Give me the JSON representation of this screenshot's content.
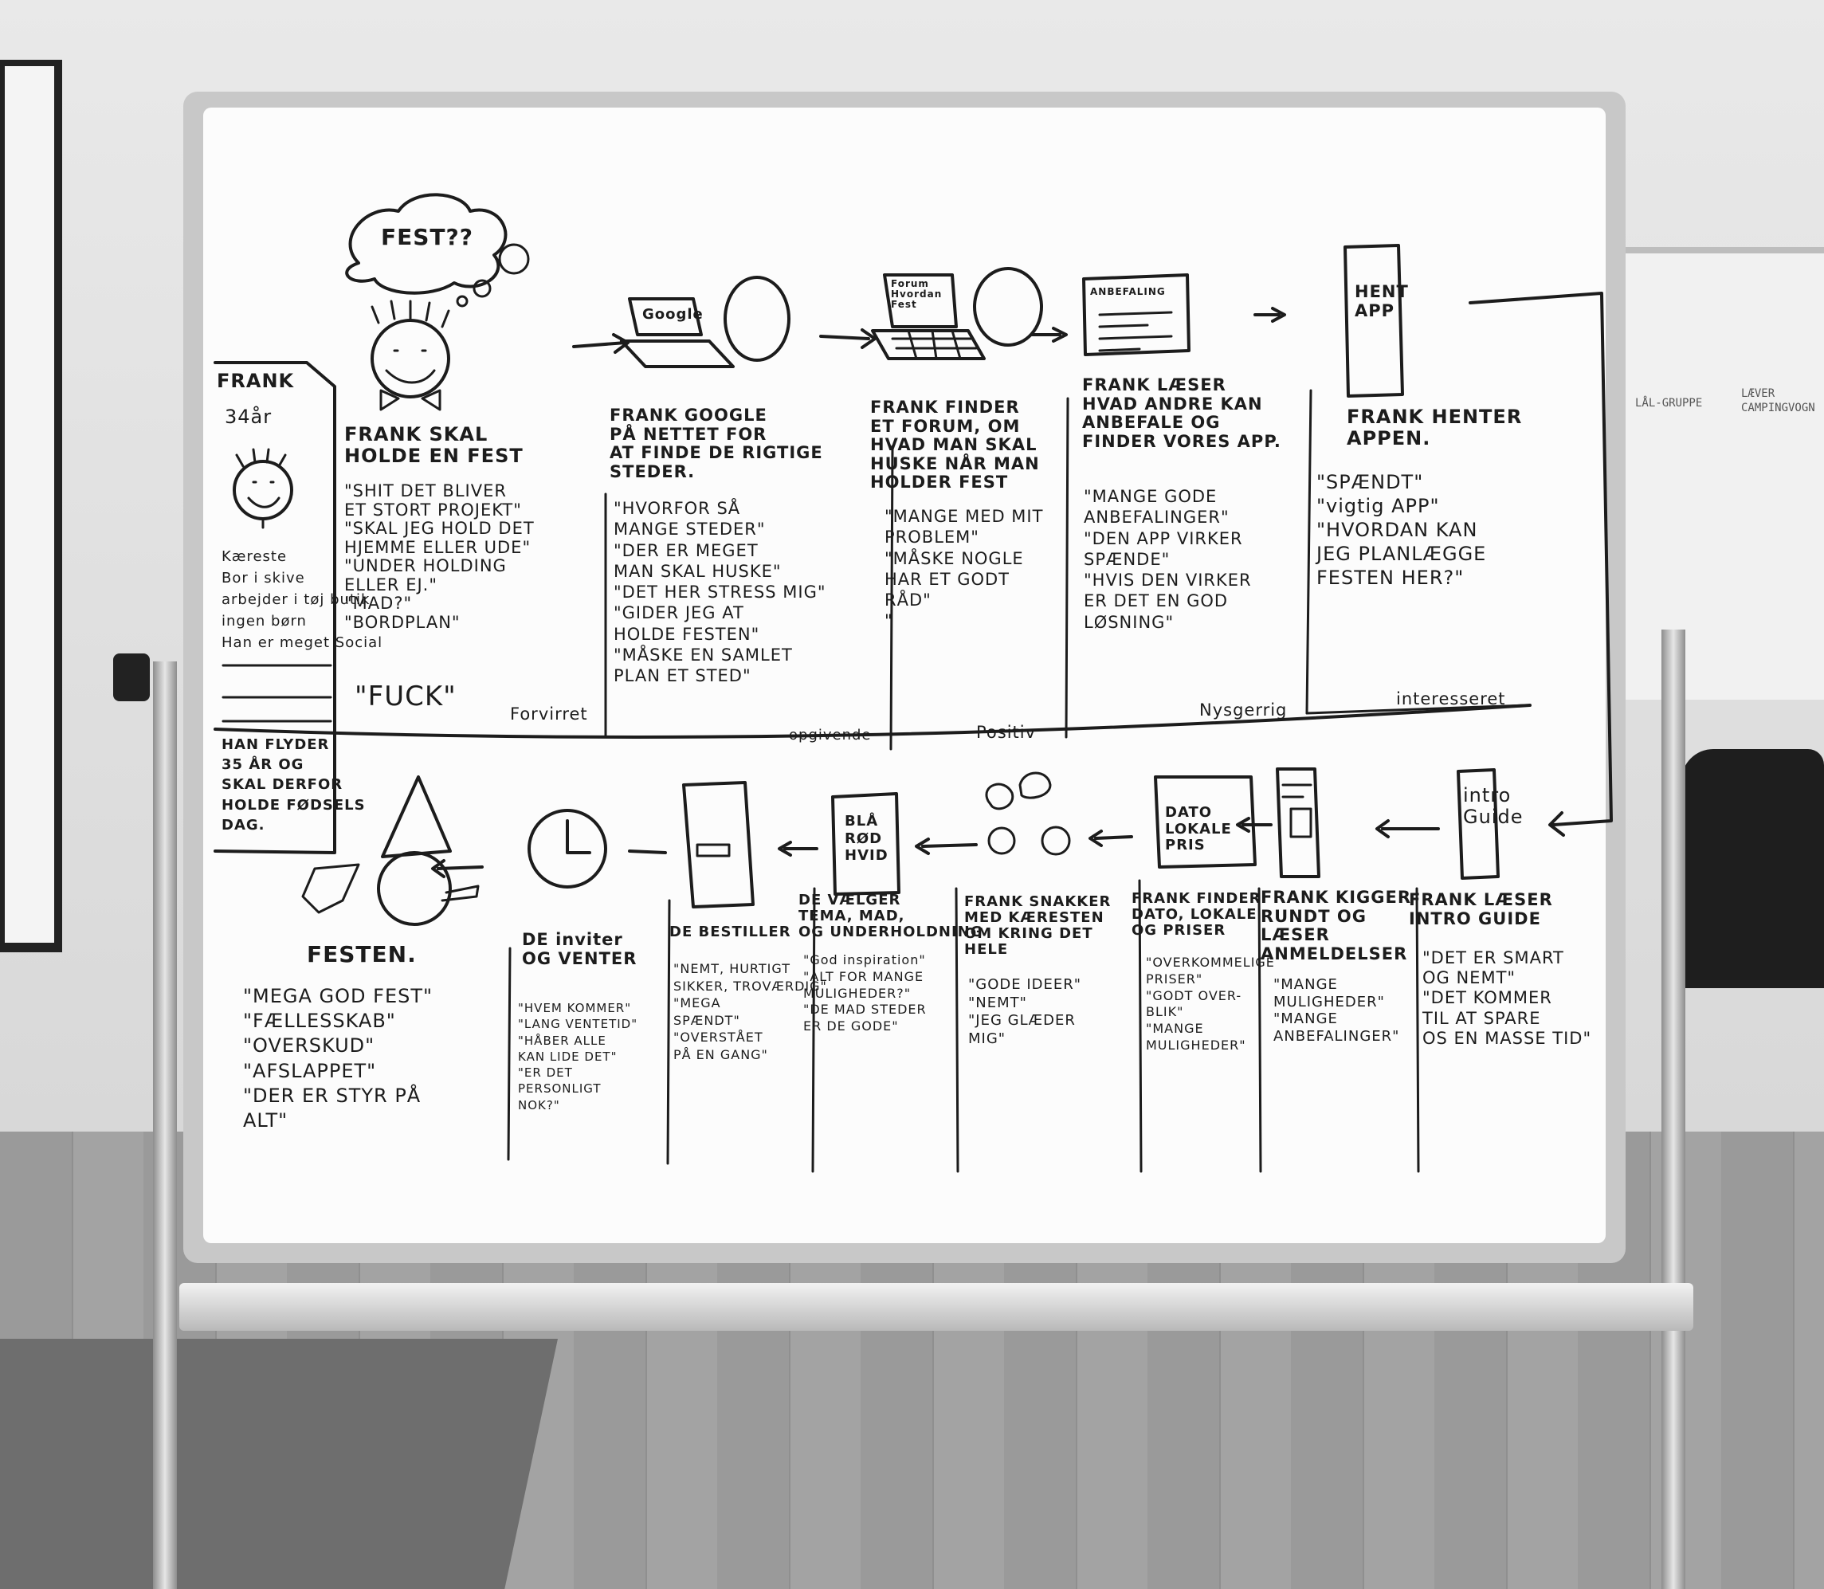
{
  "persona": {
    "name": "FRANK",
    "age": "34år",
    "traits": [
      "Kæreste",
      "Bor i skive",
      "arbejder i tøj butik",
      "ingen børn",
      "Han er meget Social"
    ],
    "note": [
      "HAN FLYDER",
      "35 ÅR OG",
      "SKAL DERFOR",
      "HOLDE FØDSELS",
      "DAG."
    ]
  },
  "thought_bubble": "FEST??",
  "stages_top": [
    {
      "title": [
        "FRANK SKAL",
        "HOLDE EN FEST"
      ],
      "quotes": [
        "\"SHIT DET BLIVER",
        "ET STORT PROJEKT\"",
        "\"SKAL JEG HOLD DET",
        "HJEMME ELLER UDE\"",
        "\"UNDER HOLDING",
        "ELLER EJ.\"",
        "\"MAD?\"",
        "\"BORDPLAN\"",
        "\"FUCK\""
      ],
      "emotion": "Forvirret"
    },
    {
      "screen": "Google",
      "title": [
        "FRANK GOOGLE",
        "PÅ NETTET FOR",
        "AT FINDE DE RIGTIGE",
        "STEDER."
      ],
      "quotes": [
        "\"HVORFOR SÅ",
        "MANGE STEDER\"",
        "\"DER ER MEGET",
        "MAN SKAL HUSKE\"",
        "\"DET HER STRESS MIG\"",
        "\"GIDER JEG AT",
        "HOLDE FESTEN\"",
        "\"MÅSKE EN SAMLET",
        "PLAN ET STED\""
      ],
      "emotion": "opgivende"
    },
    {
      "screen": [
        "Forum",
        "Hvordan",
        "Fest"
      ],
      "title": [
        "FRANK FINDER",
        "ET FORUM, OM",
        "HVAD MAN SKAL",
        "HUSKE NÅR MAN",
        "HOLDER FEST"
      ],
      "quotes": [
        "\"MANGE MED MIT",
        "PROBLEM\"",
        "\"MÅSKE NOGLE",
        "HAR ET GODT",
        "RÅD\"",
        "\""
      ],
      "emotion": "Positiv"
    },
    {
      "screen": "ANBEFALING",
      "title": [
        "FRANK LÆSER",
        "HVAD ANDRE KAN",
        "ANBEFALE OG",
        "FINDER VORES APP."
      ],
      "quotes": [
        "\"MANGE GODE",
        "ANBEFALINGER\"",
        "\"DEN APP VIRKER",
        "SPÆNDE\"",
        "\"HVIS DEN VIRKER",
        "ER DET EN GOD",
        "LØSNING\""
      ],
      "emotion": "Nysgerrig"
    },
    {
      "screen": [
        "HENT",
        "APP"
      ],
      "title": [
        "FRANK HENTER",
        "APPEN."
      ],
      "quotes": [
        "\"SPÆNDT\"",
        "\"vigtig APP\"",
        "\"HVORDAN KAN",
        "JEG PLANLÆGGE",
        "FESTEN HER?\""
      ],
      "emotion": "interesseret"
    }
  ],
  "stages_bottom": [
    {
      "screen": [
        "intro",
        "Guide"
      ],
      "title": [
        "FRANK LÆSER",
        "INTRO GUIDE"
      ],
      "quotes": [
        "\"DET ER SMART",
        "OG NEMT\"",
        "\"DET KOMMER",
        "TIL AT SPARE",
        "OS EN MASSE TID\""
      ]
    },
    {
      "title": [
        "FRANK KIGGER",
        "RUNDT OG",
        "LÆSER",
        "ANMELDELSER"
      ],
      "quotes": [
        "\"MANGE",
        "MULIGHEDER\"",
        "\"MANGE",
        "ANBEFALINGER\""
      ]
    },
    {
      "screen": [
        "DATO",
        "LOKALE",
        "PRIS"
      ],
      "title": [
        "FRANK FINDER",
        "DATO, LOKALE",
        "OG PRISER"
      ],
      "quotes": [
        "\"OVERKOMMELIGE",
        "PRISER\"",
        "\"GODT OVER-",
        "BLIK\"",
        "\"MANGE",
        "MULIGHEDER\""
      ]
    },
    {
      "title": [
        "FRANK SNAKKER",
        "MED KÆRESTEN",
        "OM KRING DET",
        "HELE"
      ],
      "quotes": [
        "\"GODE IDEER\"",
        "\"NEMT\"",
        "\"JEG GLÆDER",
        "MIG\""
      ]
    },
    {
      "screen": [
        "BLÅ",
        "RØD",
        "HVID"
      ],
      "title": [
        "DE VÆLGER",
        "TEMA, MAD,",
        "OG UNDERHOLDNING"
      ],
      "quotes": [
        "\"God inspiration\"",
        "\"ALT FOR MANGE",
        "MULIGHEDER?\"",
        "\"DE MAD STEDER",
        "ER DE GODE\""
      ]
    },
    {
      "title": [
        "DE BESTILLER"
      ],
      "quotes": [
        "\"NEMT, HURTIGT",
        "SIKKER, TROVÆRDIG\"",
        "\"MEGA",
        "SPÆNDT\"",
        "\"OVERSTÅET",
        "PÅ EN GANG\""
      ]
    },
    {
      "title": [
        "DE inviter",
        "OG VENTER"
      ],
      "quotes": [
        "\"HVEM KOMMER\"",
        "\"LANG VENTETID\"",
        "\"HÅBER ALLE",
        "KAN LIDE DET\"",
        "\"ER DET",
        "PERSONLIGT",
        "NOK?\""
      ]
    },
    {
      "title": [
        "FESTEN."
      ],
      "quotes": [
        "\"MEGA GOD FEST\"",
        "\"FÆLLESSKAB\"",
        "\"OVERSKUD\"",
        "\"AFSLAPPET\"",
        "\"DER ER STYR PÅ",
        "ALT\""
      ]
    }
  ],
  "side_board": [
    "LÅL-GRUPPE",
    "LÆVER",
    "CAMPINGVOGN"
  ],
  "colors": {
    "ink": "#1c1c1c",
    "board": "#fcfcfc",
    "frame": "#c8c8c8"
  }
}
